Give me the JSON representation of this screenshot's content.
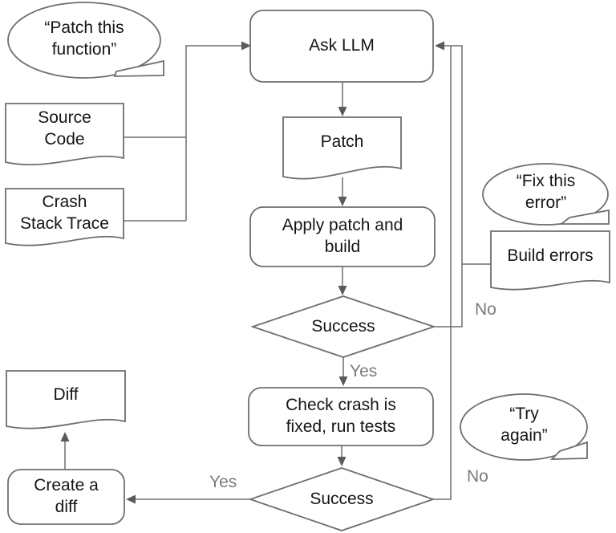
{
  "nodes": {
    "callout_patch_function": "“Patch this\nfunction”",
    "source_code": "Source\nCode",
    "crash_stack_trace": "Crash\nStack Trace",
    "ask_llm": "Ask LLM",
    "patch": "Patch",
    "apply_patch_build": "Apply patch and\nbuild",
    "success_build": "Success",
    "callout_fix_error": "“Fix this\nerror”",
    "build_errors": "Build errors",
    "check_crash": "Check crash is\nfixed, run tests",
    "callout_try_again": "“Try\nagain”",
    "success_tests": "Success",
    "create_diff": "Create a\ndiff",
    "diff": "Diff"
  },
  "edge_labels": {
    "yes_build": "Yes",
    "no_build": "No",
    "yes_tests": "Yes",
    "no_tests": "No"
  },
  "edges": [
    {
      "from": "Source Code",
      "to": "Ask LLM",
      "label": ""
    },
    {
      "from": "Crash Stack Trace",
      "to": "Ask LLM",
      "label": ""
    },
    {
      "from": "Ask LLM",
      "to": "Patch",
      "label": ""
    },
    {
      "from": "Patch",
      "to": "Apply patch and build",
      "label": ""
    },
    {
      "from": "Apply patch and build",
      "to": "Success (build)",
      "label": ""
    },
    {
      "from": "Success (build)",
      "to": "Check crash is fixed, run tests",
      "label": "Yes"
    },
    {
      "from": "Success (build)",
      "to": "Ask LLM",
      "label": "No",
      "via": "Build errors"
    },
    {
      "from": "Check crash is fixed, run tests",
      "to": "Success (tests)",
      "label": ""
    },
    {
      "from": "Success (tests)",
      "to": "Create a diff",
      "label": "Yes"
    },
    {
      "from": "Success (tests)",
      "to": "Ask LLM",
      "label": "No"
    },
    {
      "from": "Create a diff",
      "to": "Diff",
      "label": ""
    }
  ],
  "colors": {
    "background": "#ffffff",
    "shape_stroke": "#6e6e6e",
    "arrowhead": "#5a5a5a",
    "node_text": "#151515",
    "edge_label_text": "#7b7b7b"
  }
}
